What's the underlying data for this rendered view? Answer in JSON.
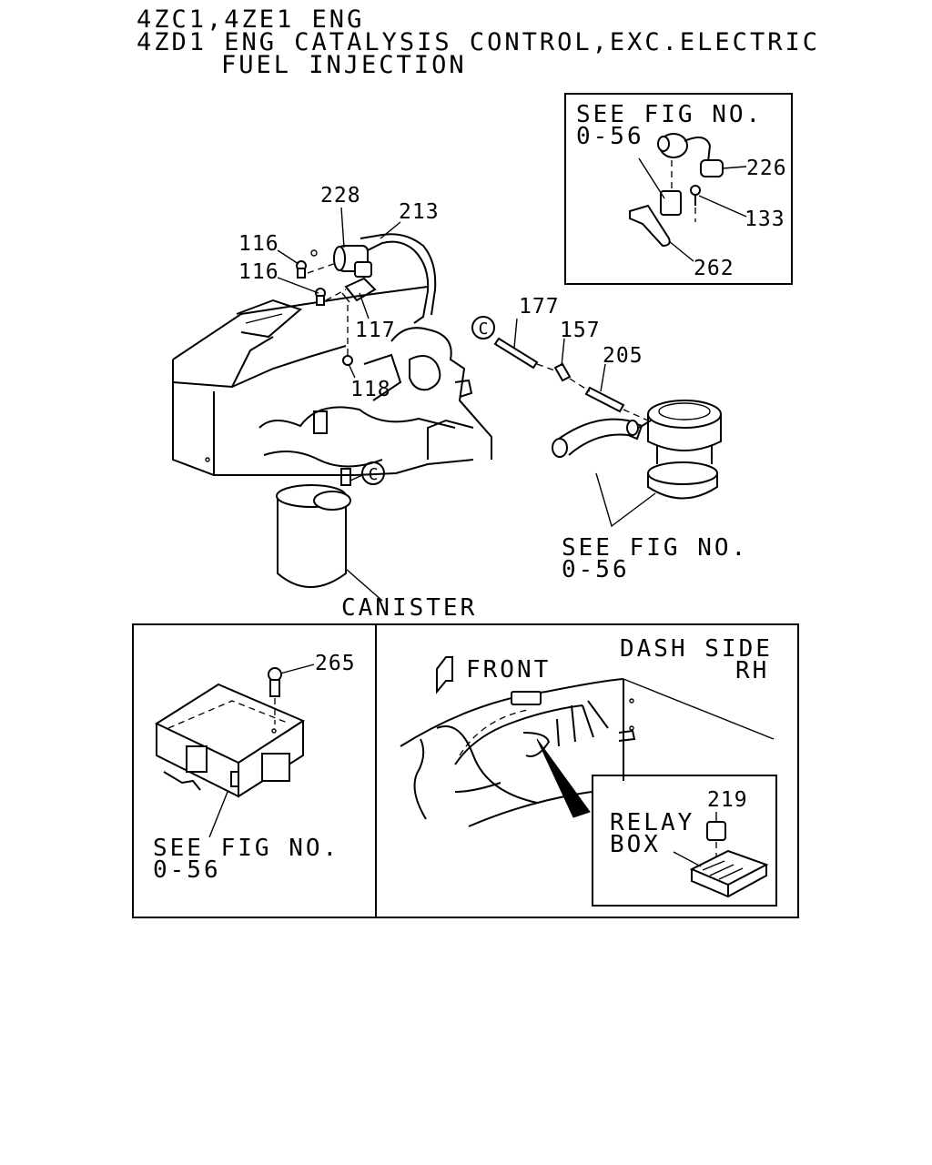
{
  "title": {
    "line1": "4ZC1,4ZE1 ENG",
    "line2": "4ZD1 ENG CATALYSIS CONTROL,EXC.ELECTRIC",
    "line3": "FUEL INJECTION"
  },
  "callouts": {
    "c228": "228",
    "c213": "213",
    "c116a": "116",
    "c116b": "116",
    "c117": "117",
    "c118": "118",
    "c177": "177",
    "c157": "157",
    "c205": "205",
    "c226": "226",
    "c133": "133",
    "c262": "262",
    "c265": "265",
    "c219": "219"
  },
  "circle_marker": "C",
  "inset_top": {
    "see1": "SEE FIG NO.",
    "see2": "0-56"
  },
  "filter_ref": {
    "see1": "SEE FIG NO.",
    "see2": "0-56"
  },
  "canister_label": "CANISTER",
  "module_ref": {
    "see1": "SEE FIG NO.",
    "see2": "0-56"
  },
  "dash_panel": {
    "front": "FRONT",
    "dash1": "DASH SIDE",
    "dash2": "RH",
    "relay1": "RELAY",
    "relay2": "BOX"
  }
}
